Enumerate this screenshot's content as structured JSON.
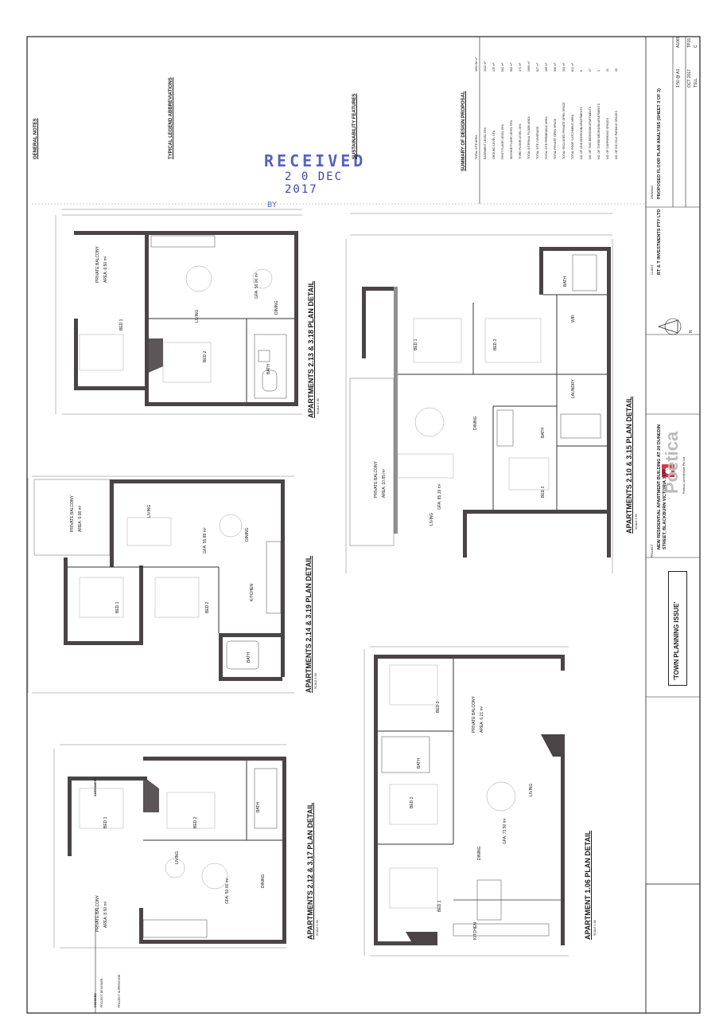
{
  "stamp": {
    "text": "RECEIVED",
    "date": "2 0 DEC 2017",
    "by": "BY"
  },
  "plans": [
    {
      "id": "p1",
      "title": "APARTMENTS 2.13 & 3.18 PLAN DETAIL",
      "scale": "SCALE 1:50",
      "rooms": {
        "balcony": "PRIVATE BALCONY",
        "balcony_area": "AREA: 8.50 m²",
        "bed1": "BED 1",
        "bed2": "BED 2",
        "living": "LIVING",
        "dining": "DINING",
        "bath": "BATH",
        "gfa": "GFA: 50.00 m²"
      }
    },
    {
      "id": "p2",
      "title": "APARTMENTS 2.10 & 3.15 PLAN DETAIL",
      "scale": "SCALE 1:50",
      "rooms": {
        "balcony": "PRIVATE BALCONY",
        "balcony_area": "AREA: 10.85 m²",
        "bed1": "BED 1",
        "bed2": "BED 2",
        "bed3": "BED 3",
        "living": "LIVING",
        "dining": "DINING",
        "bath": "BATH",
        "ens": "BATH",
        "laundry": "LAUNDRY",
        "wir": "WIR",
        "gfa": "GFA: 85.19 m²"
      }
    },
    {
      "id": "p3",
      "title": "APARTMENTS 2.14 & 3.19 PLAN DETAIL",
      "scale": "SCALE 1:50",
      "rooms": {
        "balcony": "PRIVATE BALCONY",
        "balcony_area": "AREA: 9.08 m²",
        "bed1": "BED 1",
        "bed2": "BED 2",
        "living": "LIVING",
        "dining": "DINING",
        "kitchen": "KITCHEN",
        "bath": "BATH",
        "gfa": "GFA: 55.89 m²"
      }
    },
    {
      "id": "p4",
      "title": "APARTMENTS 2.12 & 3.17 PLAN DETAIL",
      "scale": "SCALE 1:50",
      "rooms": {
        "balcony": "PRIVATE BALCONY",
        "balcony_area": "AREA: 8.50 m²",
        "bed1": "BED 1",
        "bed2": "BED 2",
        "living": "LIVING",
        "dining": "DINING",
        "bath": "BATH",
        "gfa": "GFA: 50.00 m²"
      }
    },
    {
      "id": "p5",
      "title": "APARTMENT 1.06 PLAN DETAIL",
      "scale": "SCALE 1:50",
      "rooms": {
        "balcony": "PRIVATE BALCONY",
        "balcony_area": "AREA: 6.21 m²",
        "bed1": "BED 1",
        "bed2": "BED 2",
        "bed3": "BED 3",
        "living": "LIVING",
        "dining": "DINING",
        "kitchen": "KITCHEN",
        "bath": "BATH",
        "gfa": "GFA: 73.50 m²"
      }
    }
  ],
  "notes": {
    "general_title": "GENERAL NOTES",
    "legend_title": "TYPICAL LEGEND ABBREVIATIONS",
    "sustain_title": "SUSTAINABILITY FEATURES",
    "summary_title": "SUMMARY OF DESIGN PROPOSAL",
    "summary_rows": [
      "TOTAL SITE AREA",
      "BASEMENT LEVEL GFA",
      "GROUND LEVEL GFA",
      "FIRST FLOOR LEVEL GFA",
      "SECOND FLOOR LEVEL GFA",
      "THIRD FLOOR LEVEL GFA",
      "TOTAL INTERNAL FLOOR AREA",
      "TOTAL SITE COVERAGE",
      "TOTAL SITE PERMEABLE AREA",
      "TOTAL PRIVATE OPEN SPACE",
      "TOTAL SECLUDED PRIVATE OPEN SPACE",
      "TOTAL ROOF CATCHMENT AREA",
      "NO. OF ONE BEDROOM APARTMENTS",
      "NO. OF TWO BEDROOM APARTMENTS",
      "NO. OF THREE BEDROOM APARTMENTS",
      "NO. OF CARPARKING SPACES",
      "NO. OF BICYCLE PARKING SPACES"
    ],
    "summary_values": [
      "1692.86 m²",
      "1032 m²",
      "425 m²",
      "562 m²",
      "562 m²",
      "371 m²",
      "1980 m²",
      "827 m²",
      "185 m²",
      "358 m²",
      "163 m²",
      "812 m²",
      "8",
      "17",
      "3",
      "31",
      "15"
    ]
  },
  "titleblock": {
    "project_label": "PROJECT",
    "project": "NEW RESIDENTIAL APARTMENT BUILDING AT 20 DUNEDIN STREET, BLACKBURN VICTORIA 3130",
    "client_label": "CLIENT",
    "client": "BT & T INVESTMENTS PTY LTD",
    "drawing_label": "DRAWING",
    "drawing": "PROPOSED FLOOR PLAN ANALYSIS (SHEET 3 OF 3)",
    "scale": "1:50 @ A1",
    "job": "A1069",
    "date": "OCT 2017",
    "sheet": "TP15",
    "drawn": "TSLL",
    "rev": "C",
    "firm": "Poetica",
    "firm_tag": "Poetica | Architecture Pty Ltd",
    "north": "N",
    "issue": "'TOWN PLANNING ISSUE'",
    "checked": "CHECKED",
    "project_designer": "PROJECT DESIGNER:",
    "project_supervisor": "PROJECT SUPERVISOR:",
    "amendment": "AMENDMENT"
  }
}
